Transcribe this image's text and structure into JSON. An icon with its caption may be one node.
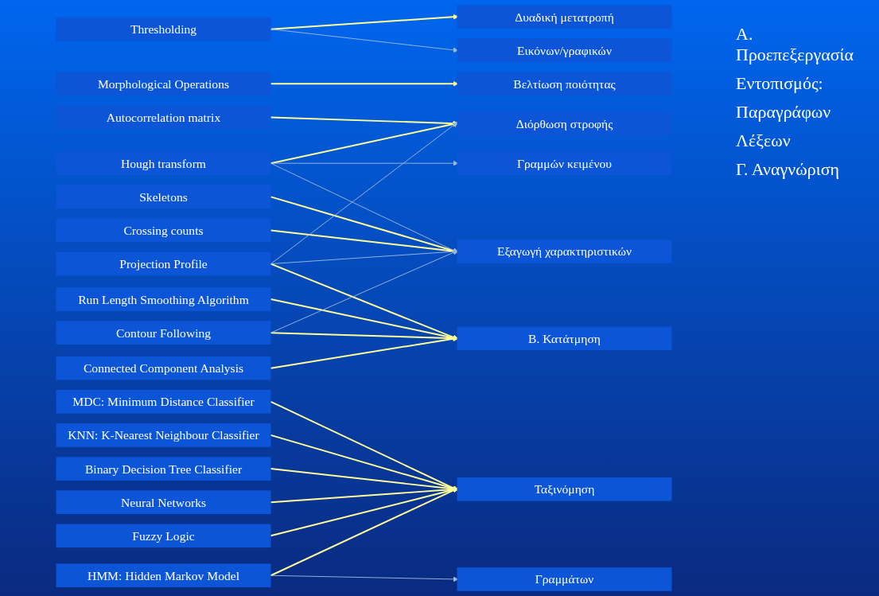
{
  "diagram": {
    "nodes": [
      {
        "text": [
          "Thresholding"
        ]
      },
      {
        "text": [
          "Morphological Operations"
        ]
      },
      {
        "text": [
          "Hough transform"
        ]
      },
      {
        "text": [
          "Autocorrelation matrix"
        ]
      },
      {
        "text": [
          "Projection Profile"
        ]
      },
      {
        "text": [
          "Run Length Smoothing Algorithm"
        ]
      },
      {
        "text": [
          "Connected Component Analysis"
        ]
      },
      {
        "text": [
          "Contour Following"
        ]
      },
      {
        "text": [
          "Skeletons"
        ]
      },
      {
        "text": [
          "Crossing counts"
        ]
      },
      {
        "text": [
          "MDC: Minimum Distance Classifier"
        ]
      },
      {
        "text": [
          "KNN: K-Nearest Neighbour Classifier"
        ]
      },
      {
        "text": [
          "Binary Decision Tree Classifier"
        ]
      },
      {
        "text": [
          "Neural Networks"
        ]
      },
      {
        "text": [
          "Fuzzy Logic"
        ]
      },
      {
        "text": [
          "HMM: Hidden Markov Model"
        ]
      },
      {
        "text": [
          "Δυαδική μετατροπή"
        ]
      },
      {
        "text": [
          "Βελτίωση ποιότητας"
        ]
      },
      {
        "text": [
          "Διόρθωση στροφής"
        ]
      },
      {
        "text": [
          "Β. Κατάτμηση"
        ]
      },
      {
        "text": [
          "Εικόνων/γραφικών"
        ]
      },
      {
        "text": [
          "Γραμμών κειμένου"
        ]
      },
      {
        "text": [
          "Γραμμάτων"
        ]
      },
      {
        "text": [
          "Εξαγωγή χαρακτηριστικών"
        ]
      },
      {
        "text": [
          "Ταξινόμηση"
        ]
      }
    ],
    "edges": [
      {
        "from": 0,
        "to": 16,
        "arrow": "to"
      },
      {
        "from": 1,
        "to": 17,
        "arrow": "to"
      },
      {
        "from": 2,
        "to": 18,
        "arrow": "to"
      },
      {
        "from": 3,
        "to": 18,
        "arrow": "to"
      },
      {
        "from": 4,
        "to": 19,
        "arrow": "to"
      },
      {
        "from": 5,
        "to": 19,
        "arrow": "to"
      },
      {
        "from": 6,
        "to": 19,
        "arrow": "to"
      },
      {
        "from": 7,
        "to": 19,
        "arrow": "to"
      },
      {
        "from": 8,
        "to": 23,
        "arrow": "to"
      },
      {
        "from": 9,
        "to": 23,
        "arrow": "to"
      },
      {
        "from": 10,
        "to": 24,
        "arrow": "to"
      },
      {
        "from": 11,
        "to": 24,
        "arrow": "to"
      },
      {
        "from": 12,
        "to": 24,
        "arrow": "to"
      },
      {
        "from": 13,
        "to": 24,
        "arrow": "to"
      },
      {
        "from": 14,
        "to": 24,
        "arrow": "to"
      },
      {
        "from": 15,
        "to": 24,
        "arrow": "to"
      },
      {
        "from": 0,
        "to": 20,
        "arrow": "to",
        "color": "#9ab8e0"
      },
      {
        "from": 2,
        "to": 21,
        "arrow": "to",
        "color": "#9ab8e0"
      },
      {
        "from": 2,
        "to": 23,
        "arrow": "to",
        "color": "#9ab8e0"
      },
      {
        "from": 4,
        "to": 18,
        "arrow": "to",
        "color": "#9ab8e0"
      },
      {
        "from": 4,
        "to": 23,
        "arrow": "to",
        "color": "#9ab8e0"
      },
      {
        "from": 7,
        "to": 23,
        "arrow": "to",
        "color": "#9ab8e0"
      },
      {
        "from": 15,
        "to": 22,
        "arrow": "to",
        "color": "#9ab8e0"
      }
    ],
    "labels": [
      "Α. Προεπεξεργασία",
      "Εντοπισμός:",
      "Παραγράφων",
      "Λέξεων",
      "Γ. Αναγνώριση"
    ]
  }
}
